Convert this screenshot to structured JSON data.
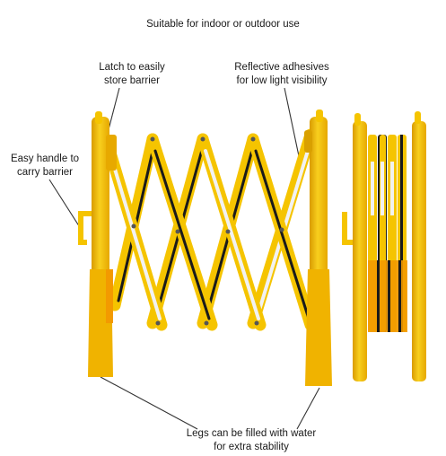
{
  "headline": "Suitable for indoor or outdoor use",
  "callouts": {
    "latch": {
      "line1": "Latch to easily",
      "line2": "store barrier"
    },
    "reflective": {
      "line1": "Reflective adhesives",
      "line2": "for low light visibility"
    },
    "handle": {
      "line1": "Easy handle to",
      "line2": "carry barrier"
    },
    "legs": {
      "line1": "Legs can be filled with water",
      "line2": "for extra stability"
    }
  },
  "colors": {
    "barrier_yellow": "#f5c400",
    "barrier_orange": "#f39a00",
    "strip_black": "#1a1a1a",
    "reflective_white": "#f2f2f2",
    "leader_line": "#333333"
  }
}
